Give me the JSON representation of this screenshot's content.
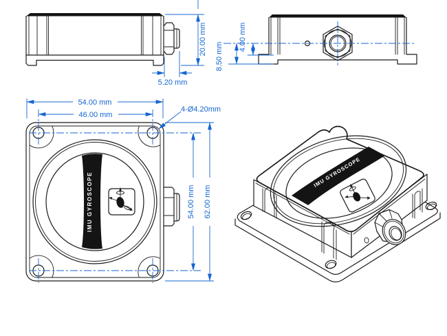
{
  "labels": {
    "front_band": "IMU GYROSCOPE",
    "iso_band": "IMU GYROSCOPE"
  },
  "dims": {
    "side_height": "20.00 mm",
    "side_connector_protrusion": "5.20 mm",
    "rear_connector_center_height": "8.50 mm",
    "rear_flange_step": "4.00 mm",
    "front_overall_width": "54.00 mm",
    "front_hole_spacing_horizontal": "46.00 mm",
    "front_hole_callout": "4-Ø4.20mm",
    "front_hole_spacing_vertical": "54.00 mm",
    "front_overall_height": "62.00 mm"
  },
  "colors": {
    "dimension_blue": "#1565d2",
    "line_black": "#1a1a1a",
    "band_black": "#141414",
    "background": "#ffffff"
  }
}
